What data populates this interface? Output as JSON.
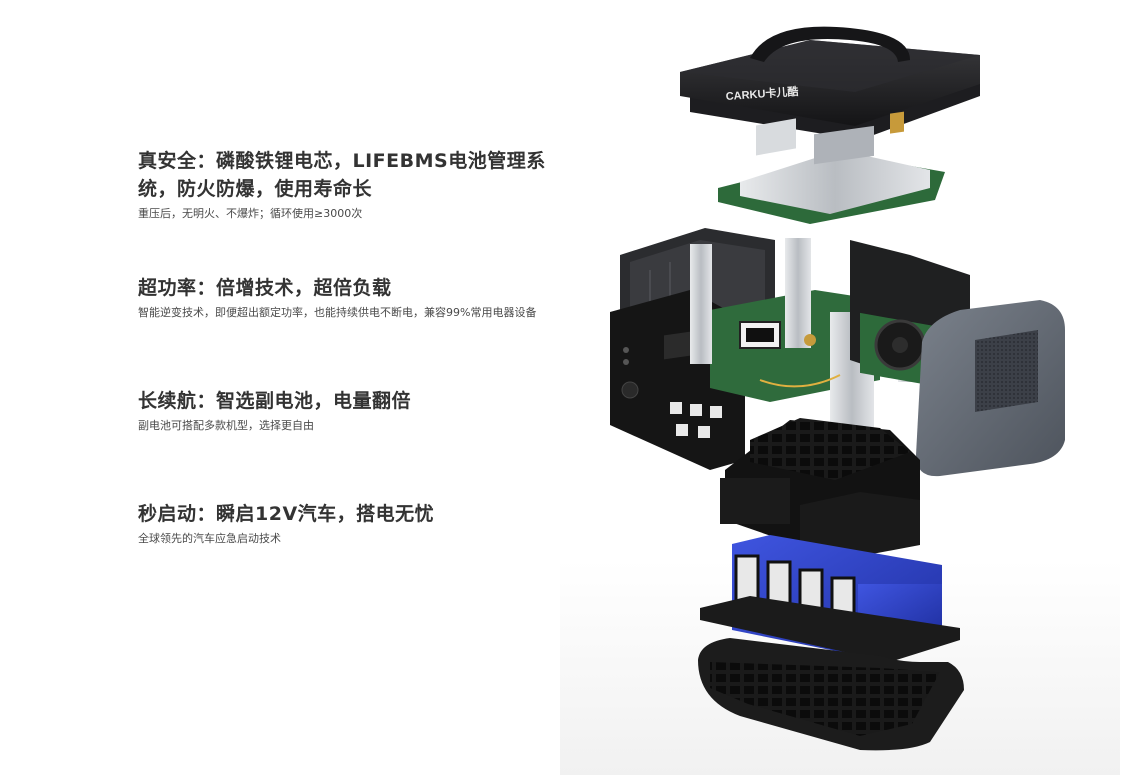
{
  "features": [
    {
      "title": "真安全：磷酸铁锂电芯，LIFEBMS电池管理系统，防火防爆，使用寿命长",
      "description": "重压后，无明火、不爆炸；循环使用≥3000次"
    },
    {
      "title": "超功率：倍增技术，超倍负载",
      "description": "智能逆变技术，即便超出额定功率，也能持续供电不断电，兼容99%常用电器设备"
    },
    {
      "title": "长续航：智选副电池，电量翻倍",
      "description": "副电池可搭配多款机型，选择更自由"
    },
    {
      "title": "秒启动：瞬启12V汽车，搭电无忧",
      "description": "全球领先的汽车应急启动技术"
    }
  ],
  "product": {
    "brand_logo": "CARKU卡儿酷",
    "colors": {
      "shell_dark": "#1c1c1e",
      "shell_gray": "#5f6670",
      "pcb_green": "#2f6b3c",
      "heatsink": "#c9ccd0",
      "battery_blue": "#2a3fc4",
      "frame_black": "#121212"
    }
  }
}
